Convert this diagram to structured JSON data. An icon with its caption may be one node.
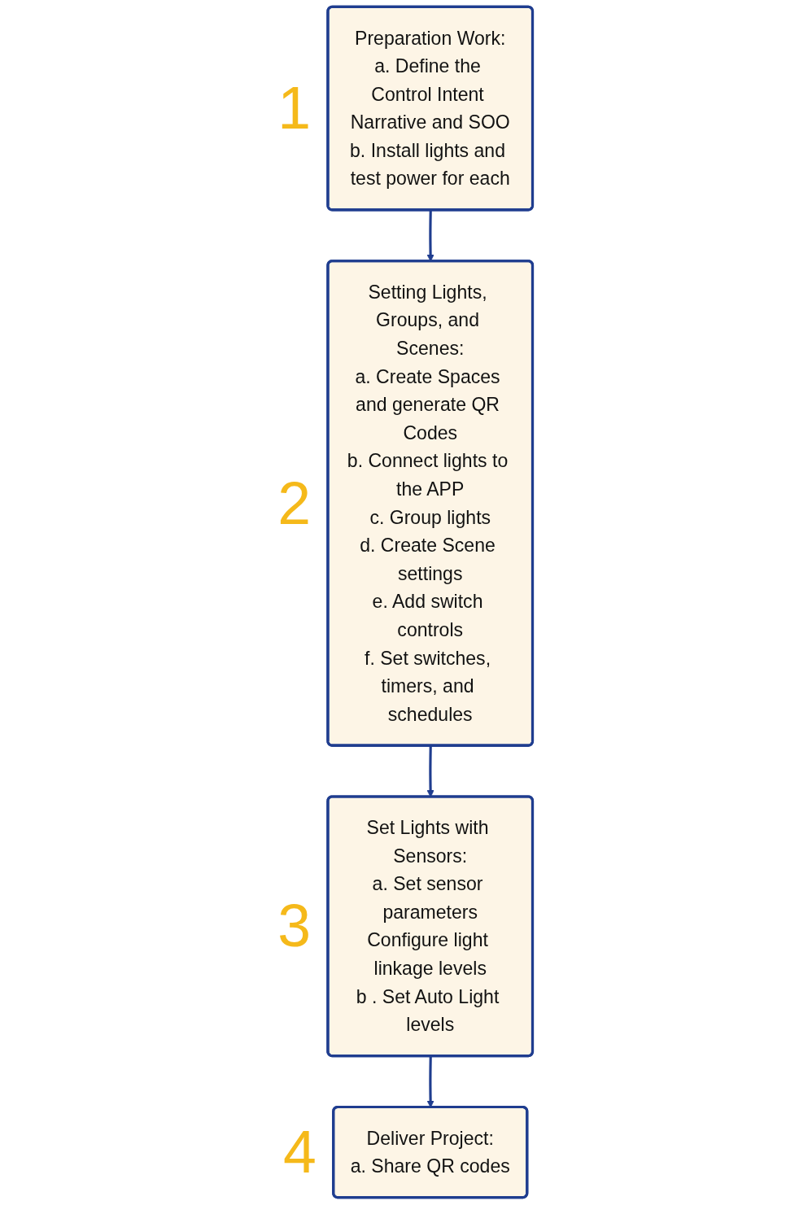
{
  "diagram": {
    "nodes": [
      {
        "text": [
          "Preparation Work:",
          "a. Define the Control Intent Narrative and SOO",
          "b. Install lights and test power for each"
        ],
        "beside": [
          "1"
        ]
      },
      {
        "text": [
          "Setting Lights, Groups, and Scenes:",
          "a. Create Spaces and generate QR Codes",
          "b. Connect lights to the APP",
          "c. Group lights",
          "d. Create Scene settings",
          "e. Add switch controls",
          "f. Set switches, timers, and schedules"
        ],
        "beside": [
          "2"
        ]
      },
      {
        "text": [
          "Set Lights with Sensors:",
          "a. Set sensor parameters",
          "Configure light linkage levels",
          "b . Set Auto Light levels"
        ],
        "beside": [
          "3"
        ]
      },
      {
        "text": [
          "Deliver Project:",
          "a. Share QR codes"
        ],
        "beside": [
          "4"
        ]
      }
    ],
    "edges": [
      {
        "from": 0,
        "to": 1,
        "arrow": "to"
      },
      {
        "from": 1,
        "to": 2,
        "arrow": "to"
      },
      {
        "from": 2,
        "to": 3,
        "arrow": "to"
      }
    ]
  }
}
